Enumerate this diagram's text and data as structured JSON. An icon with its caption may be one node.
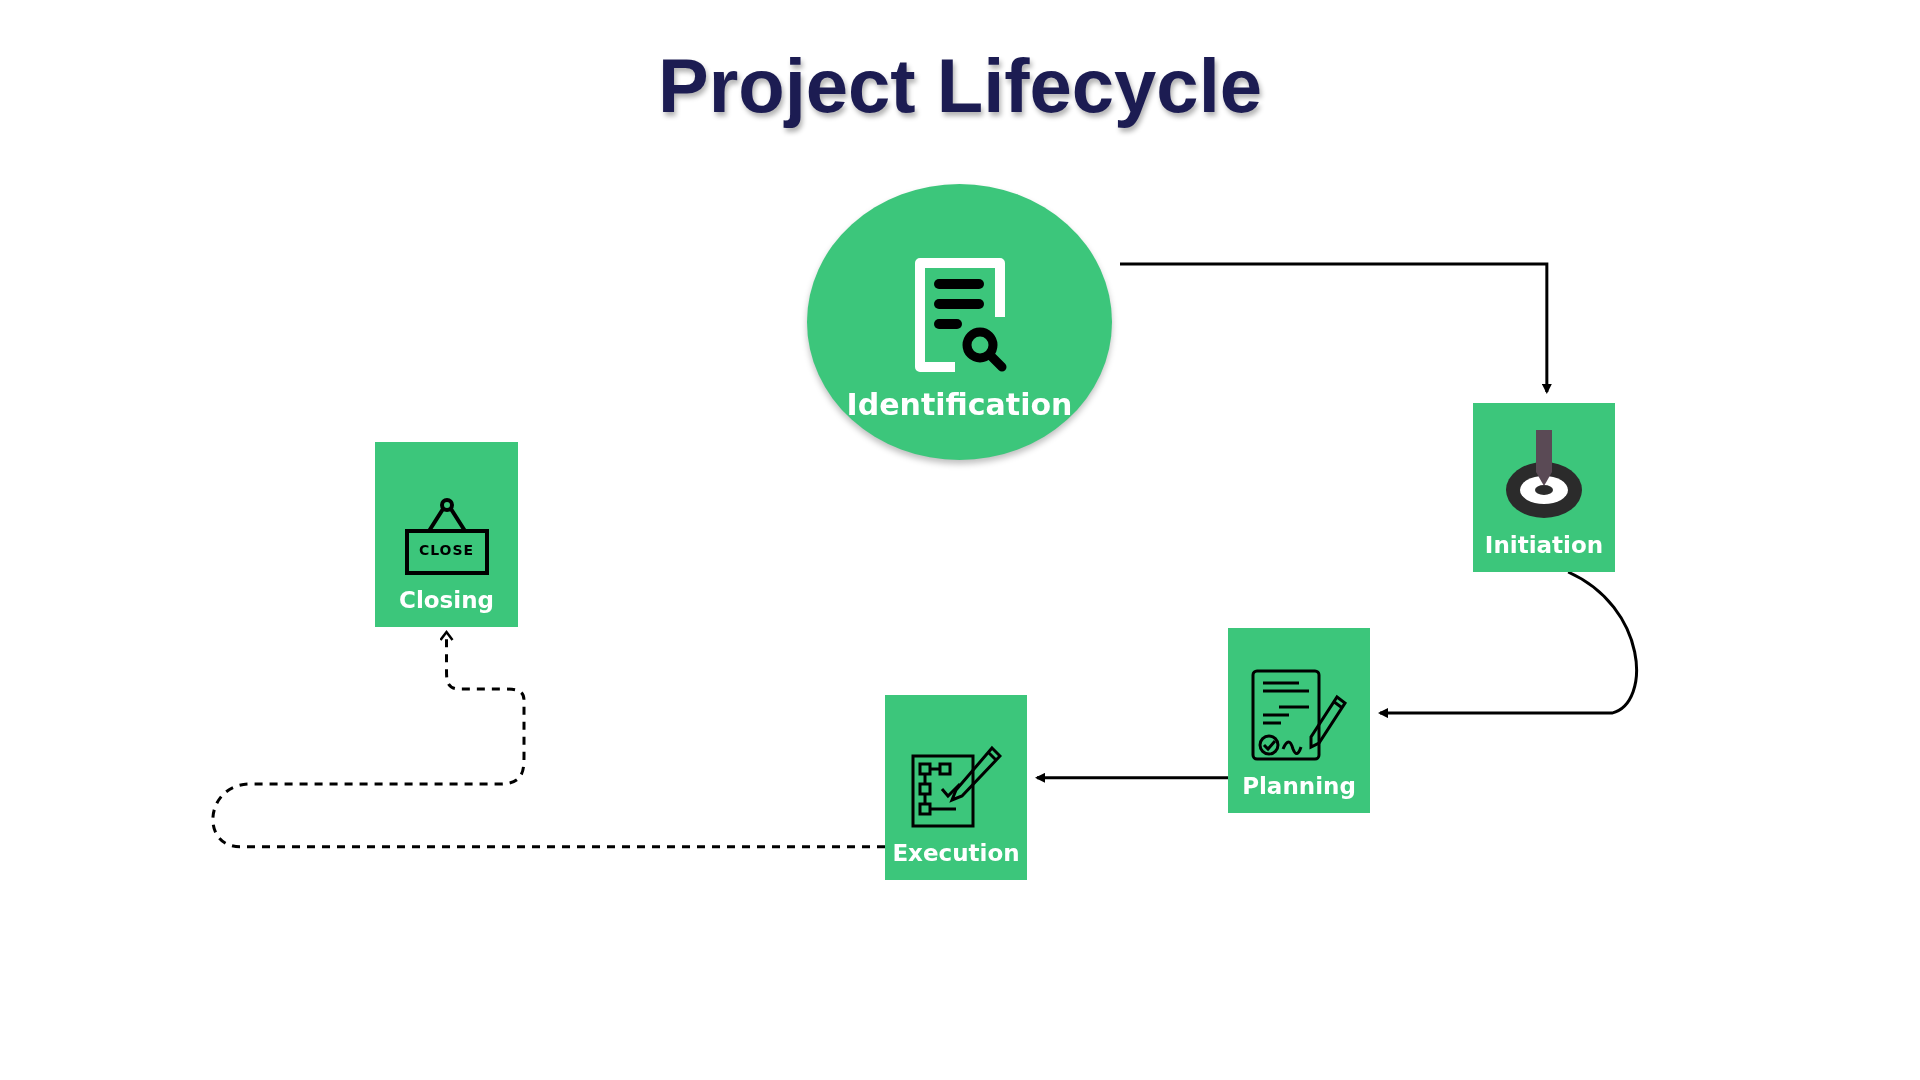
{
  "diagram": {
    "title": "Project Lifecycle",
    "nodes": [
      {
        "text": [
          "Identification"
        ]
      },
      {
        "text": [
          "Initiation"
        ]
      },
      {
        "text": [
          "Planning"
        ]
      },
      {
        "text": [
          "Execution"
        ]
      },
      {
        "text": [
          "Closing"
        ]
      }
    ],
    "edges": [
      {
        "from": 0,
        "to": 1,
        "arrow": "to"
      },
      {
        "from": 1,
        "to": 2,
        "arrow": "to"
      },
      {
        "from": 2,
        "to": 3,
        "arrow": "to"
      },
      {
        "from": 3,
        "to": 4,
        "arrow": "to",
        "style": "dashed"
      }
    ],
    "labels": [
      "CLOSE"
    ]
  }
}
